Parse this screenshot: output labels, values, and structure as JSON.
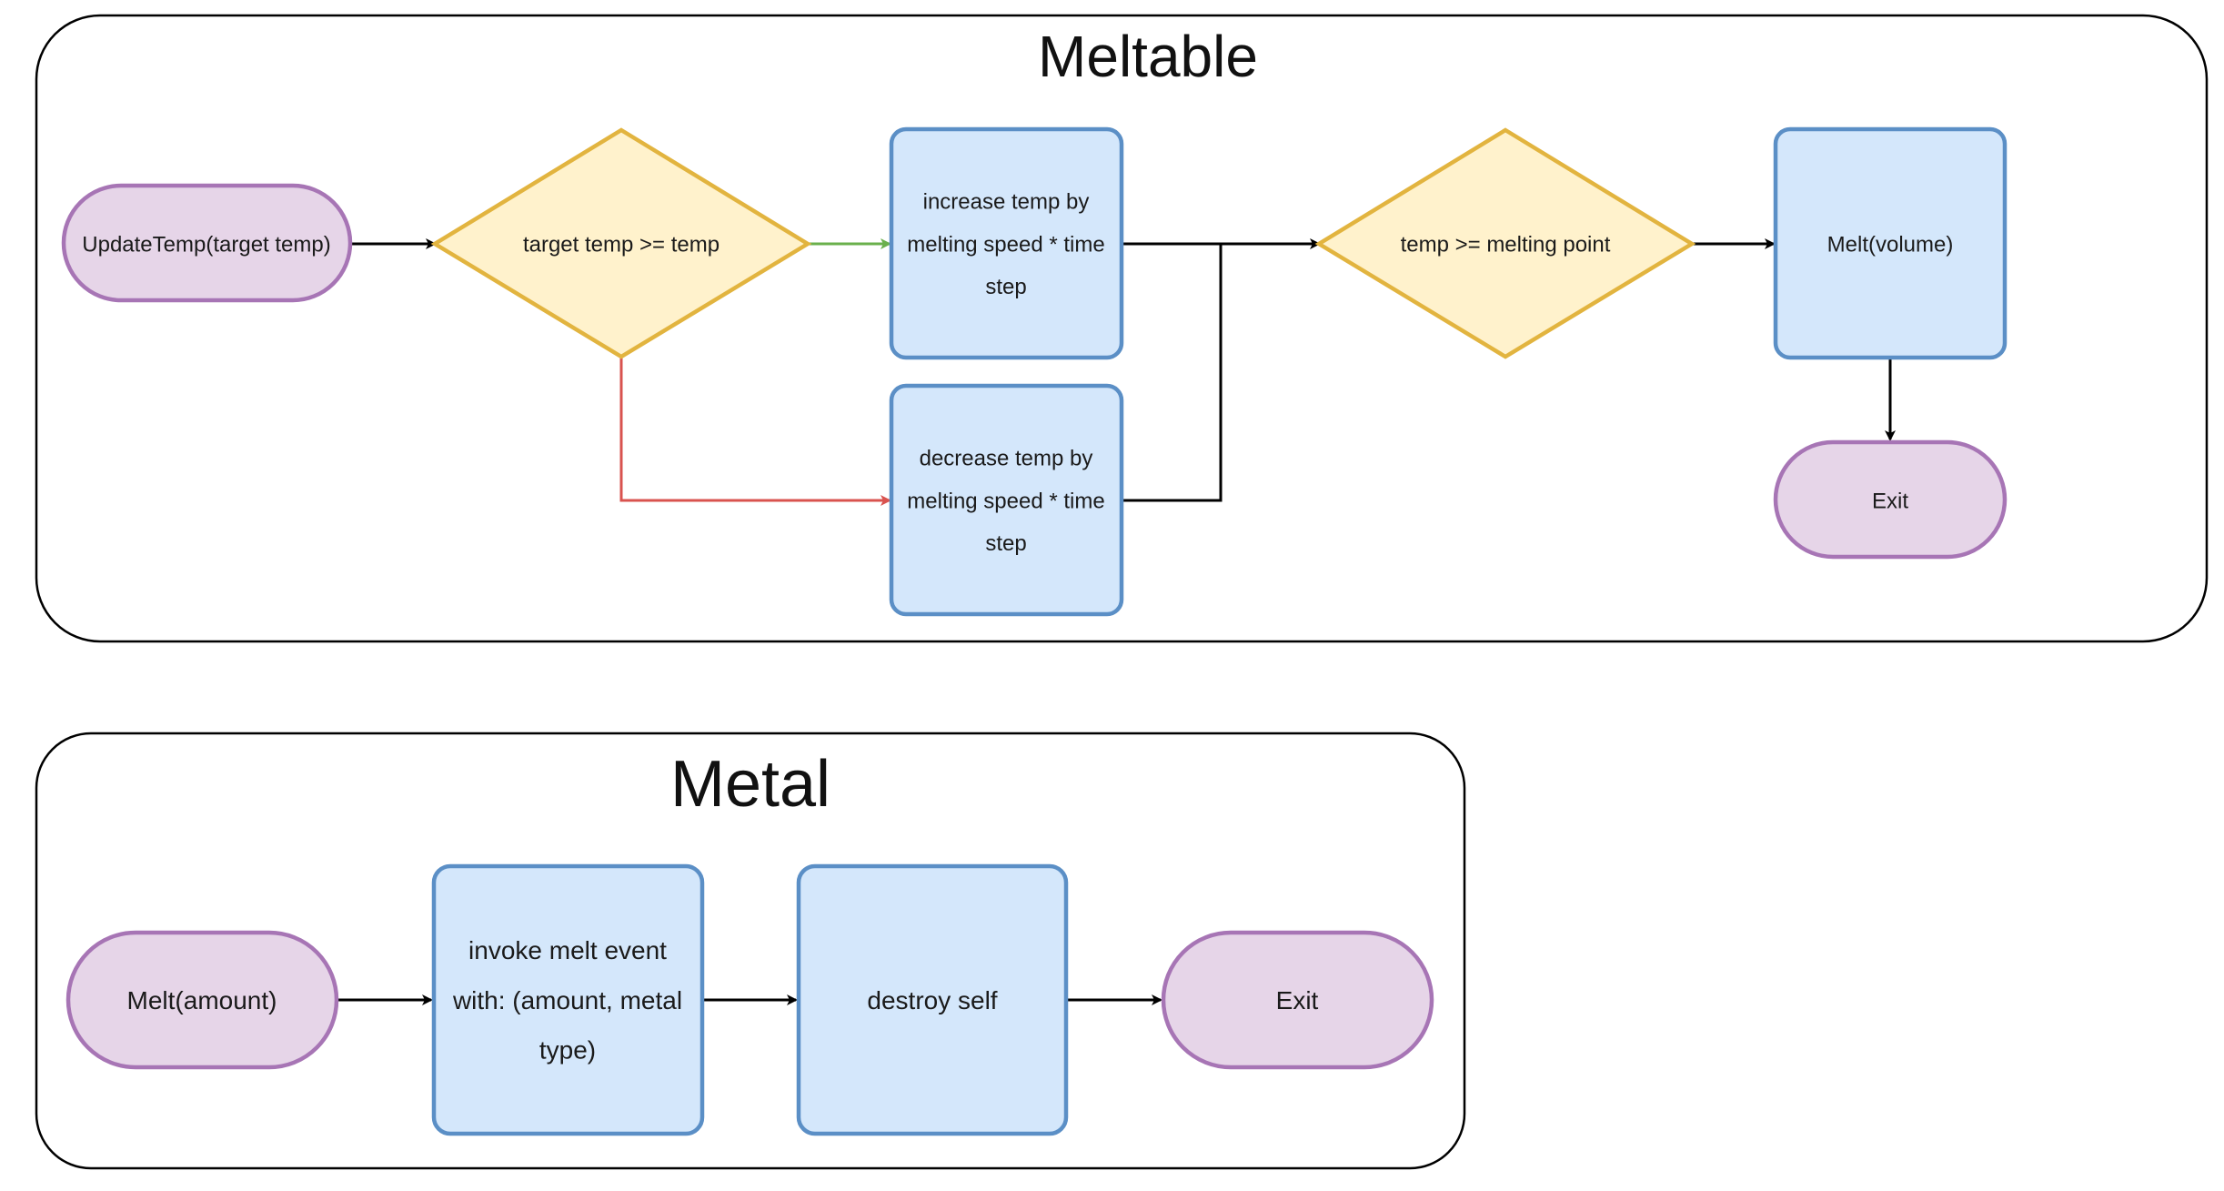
{
  "colors": {
    "terminal_fill": "#e6d5e8",
    "terminal_stroke": "#a775b5",
    "process_fill": "#d4e7fb",
    "process_stroke": "#5b8fc6",
    "decision_fill": "#fff2cc",
    "decision_stroke": "#e2b43f",
    "edge_default": "#000000",
    "edge_true": "#6ab04c",
    "edge_false": "#d9534f"
  },
  "meltable": {
    "title": "Meltable",
    "start": [
      "UpdateTemp(target temp)"
    ],
    "decision_target": [
      "target temp >= temp"
    ],
    "increase": [
      "increase temp by",
      "melting speed * time",
      "step"
    ],
    "decrease": [
      "decrease temp by",
      "melting speed * time",
      "step"
    ],
    "decision_melting": [
      "temp >= melting point"
    ],
    "melt": [
      "Melt(volume)"
    ],
    "exit": [
      "Exit"
    ]
  },
  "metal": {
    "title": "Metal",
    "start": [
      "Melt(amount)"
    ],
    "invoke": [
      "invoke melt event",
      "with: (amount, metal",
      "type)"
    ],
    "destroy": [
      "destroy self"
    ],
    "exit": [
      "Exit"
    ]
  }
}
